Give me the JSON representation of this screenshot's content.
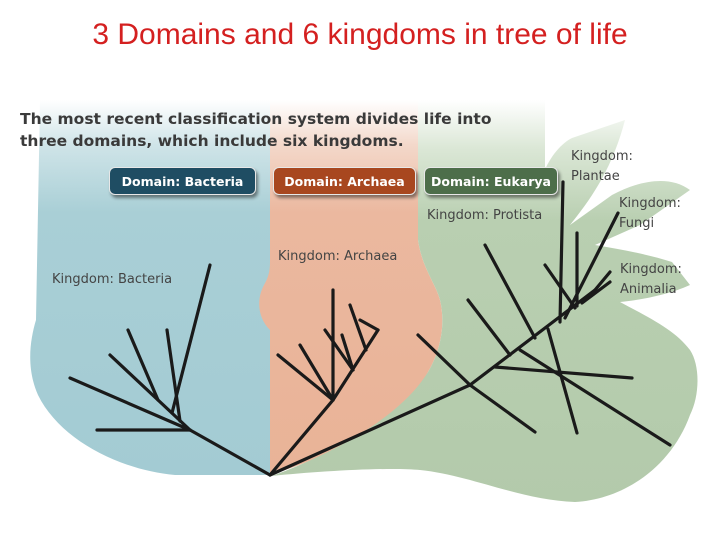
{
  "title": "3 Domains and 6 kingdoms in tree of life",
  "intro": {
    "line1": "The most recent classification system divides life into",
    "line2": "three domains, which include six kingdoms."
  },
  "domains": {
    "bacteria": "Domain: Bacteria",
    "archaea": "Domain: Archaea",
    "eukarya": "Domain: Eukarya"
  },
  "kingdoms": {
    "bacteria": "Kingdom: Bacteria",
    "archaea": "Kingdom: Archaea",
    "protista": "Kingdom: Protista",
    "plantae_1": "Kingdom:",
    "plantae_2": "Plantae",
    "fungi_1": "Kingdom:",
    "fungi_2": "Fungi",
    "animalia_1": "Kingdom:",
    "animalia_2": "Animalia"
  },
  "colors": {
    "title": "#d42020",
    "bacteria_region": "#a9cfd6",
    "archaea_region": "#ebb89f",
    "eukarya_region": "#b9cfb1",
    "bacteria_button": "#1f4d63",
    "archaea_button": "#a8471f",
    "eukarya_button": "#4d6e4a",
    "branch": "#1a1a1a"
  }
}
